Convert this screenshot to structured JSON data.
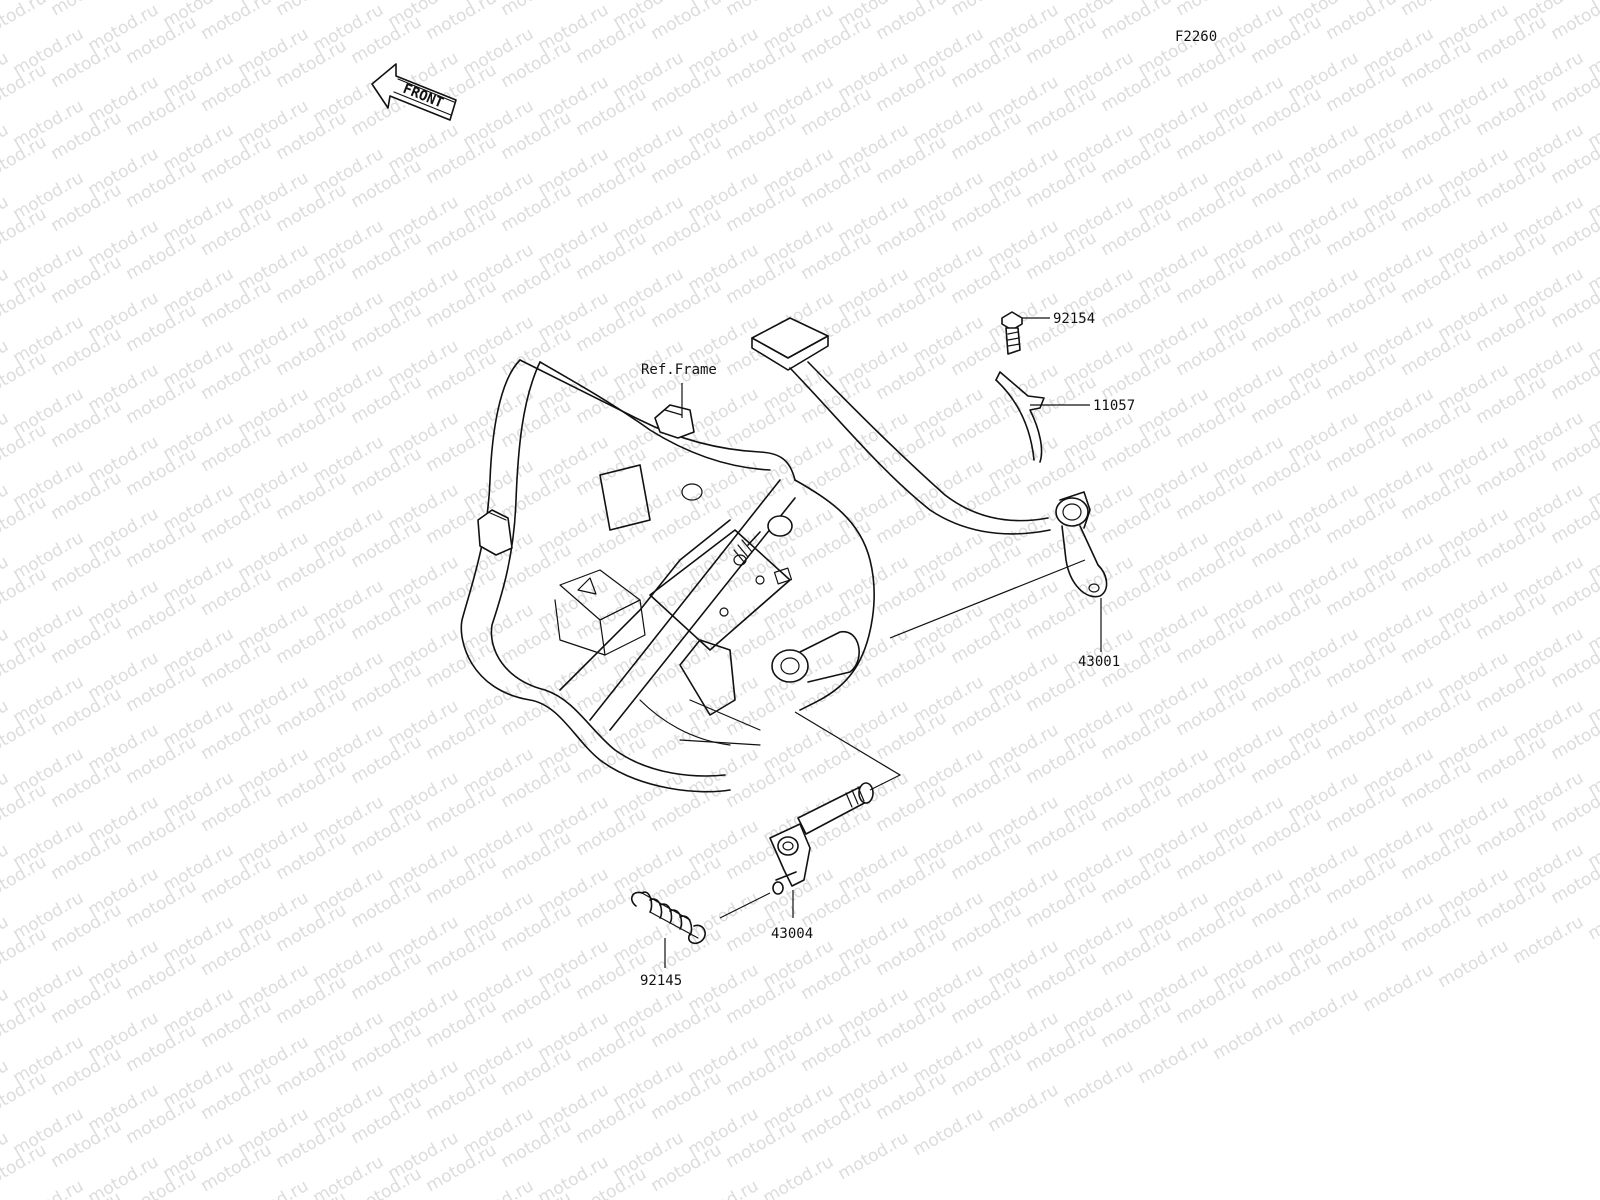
{
  "figure_code": "F2260",
  "watermark_text": "motod.ru",
  "front_arrow_label": "FRONT",
  "ref_label": "Ref.Frame",
  "parts": [
    {
      "number": "92154"
    },
    {
      "number": "11057"
    },
    {
      "number": "43001"
    },
    {
      "number": "43004"
    },
    {
      "number": "92145"
    }
  ],
  "colors": {
    "ink": "#111111",
    "background": "#ffffff",
    "watermark": "#dcdcdc"
  }
}
